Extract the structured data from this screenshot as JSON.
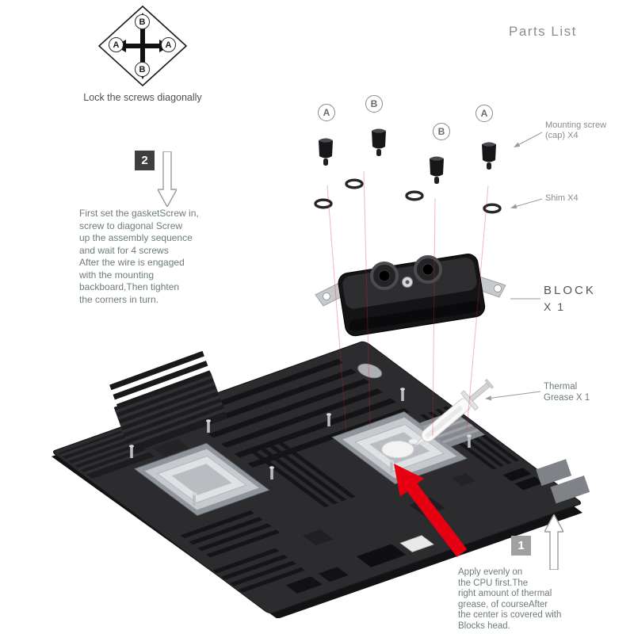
{
  "header": {
    "title": "Parts List"
  },
  "diamond": {
    "top": "B",
    "left": "A",
    "right": "A",
    "bottom": "B",
    "caption": "Lock the screws diagonally"
  },
  "step2": {
    "number": "2",
    "lines": [
      "First set the gasketScrew in,",
      "screw to diagonal Screw",
      "up the assembly sequence",
      "and wait for 4 screws",
      "After the wire is engaged",
      "with the mounting",
      "backboard,Then tighten",
      "the corners in turn."
    ]
  },
  "step1": {
    "number": "1",
    "lines": [
      "Apply evenly on",
      "the CPU first.The",
      "right amount of thermal",
      "grease, of courseAfter",
      "the center is covered with",
      "Blocks  head."
    ]
  },
  "screws": {
    "labels": [
      "A",
      "B",
      "B",
      "A"
    ]
  },
  "labels": {
    "mounting_screw": [
      "Mounting screw",
      "(cap) X4"
    ],
    "shim": "Shim X4",
    "block": [
      "BLOCK",
      "X 1"
    ],
    "thermal": [
      "Thermal",
      "Grease X 1"
    ]
  },
  "colors": {
    "accent_red": "#e60012",
    "board": "#2c2c2f",
    "badge_dark": "#3f3f3f",
    "badge_gray": "#a0a0a0"
  }
}
